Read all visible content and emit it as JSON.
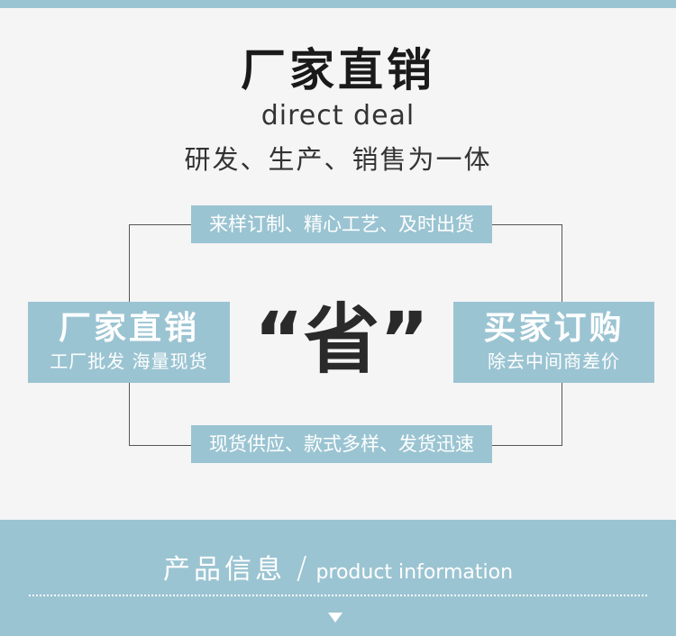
{
  "header": {
    "title": "厂家直销",
    "subtitle_en": "direct deal",
    "subtitle_cn": "研发、生产、销售为一体"
  },
  "diagram": {
    "top_tag": "来样订制、精心工艺、及时出货",
    "bottom_tag": "现货供应、款式多样、发货迅速",
    "left": {
      "title": "厂家直销",
      "sub": "工厂批发 海量现货"
    },
    "right": {
      "title": "买家订购",
      "sub": "除去中间商差价"
    },
    "center": "“省”"
  },
  "footer": {
    "title_cn": "产品信息",
    "slash": "/",
    "title_en": "product information",
    "arrow_icon": "down-triangle-icon"
  },
  "colors": {
    "accent": "#9bc4d2",
    "background": "#f5f5f5",
    "text_dark": "#1a1a1a"
  }
}
